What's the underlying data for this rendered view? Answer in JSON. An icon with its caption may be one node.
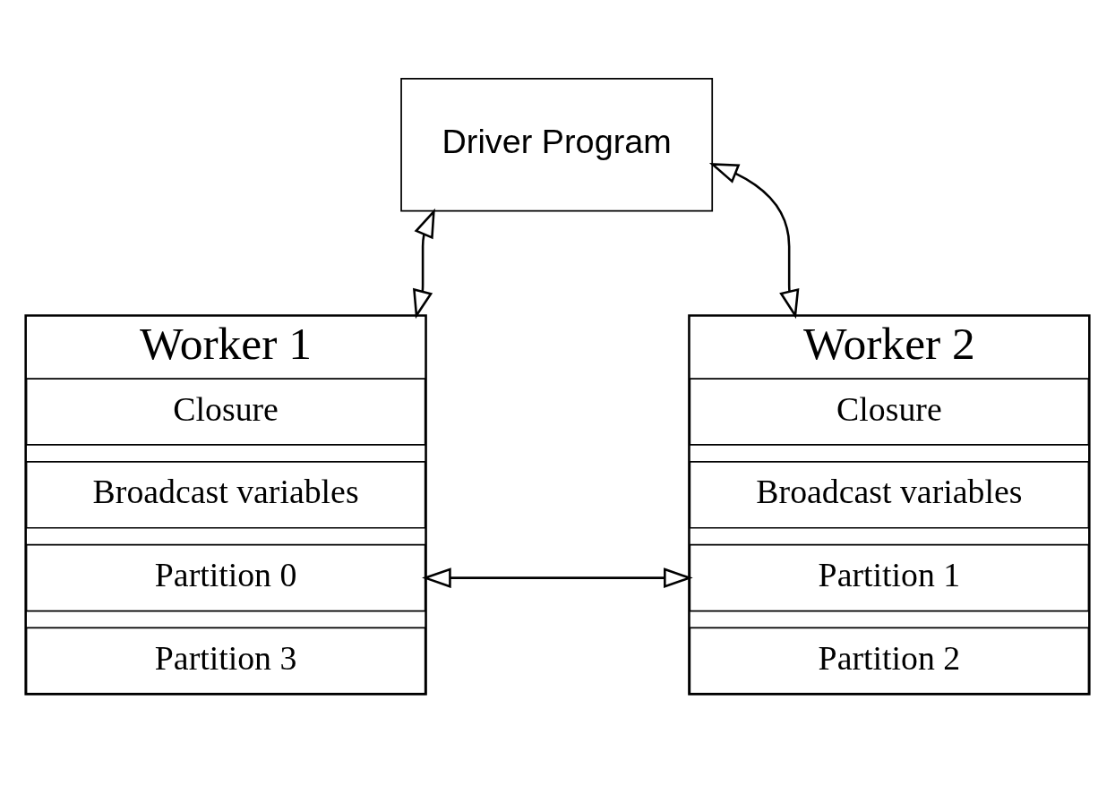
{
  "diagram": {
    "nodes": [
      {
        "text": [
          "Driver Program"
        ]
      },
      {
        "text": [
          "Worker 1"
        ]
      },
      {
        "text": [
          "Closure"
        ],
        "in": 1
      },
      {
        "text": [
          "Broadcast variables"
        ],
        "in": 1
      },
      {
        "text": [
          "Partition 0"
        ],
        "in": 1
      },
      {
        "text": [
          "Partition 3"
        ],
        "in": 1
      },
      {
        "text": [
          "Worker 2"
        ]
      },
      {
        "text": [
          "Closure"
        ],
        "in": 6
      },
      {
        "text": [
          "Broadcast variables"
        ],
        "in": 6
      },
      {
        "text": [
          "Partition 1"
        ],
        "in": 6
      },
      {
        "text": [
          "Partition 2"
        ],
        "in": 6
      }
    ],
    "edges": [
      {
        "from": 0,
        "to": 1,
        "arrow": "both"
      },
      {
        "from": 0,
        "to": 6,
        "arrow": "both"
      },
      {
        "from": 4,
        "to": 9,
        "arrow": "both"
      }
    ]
  }
}
